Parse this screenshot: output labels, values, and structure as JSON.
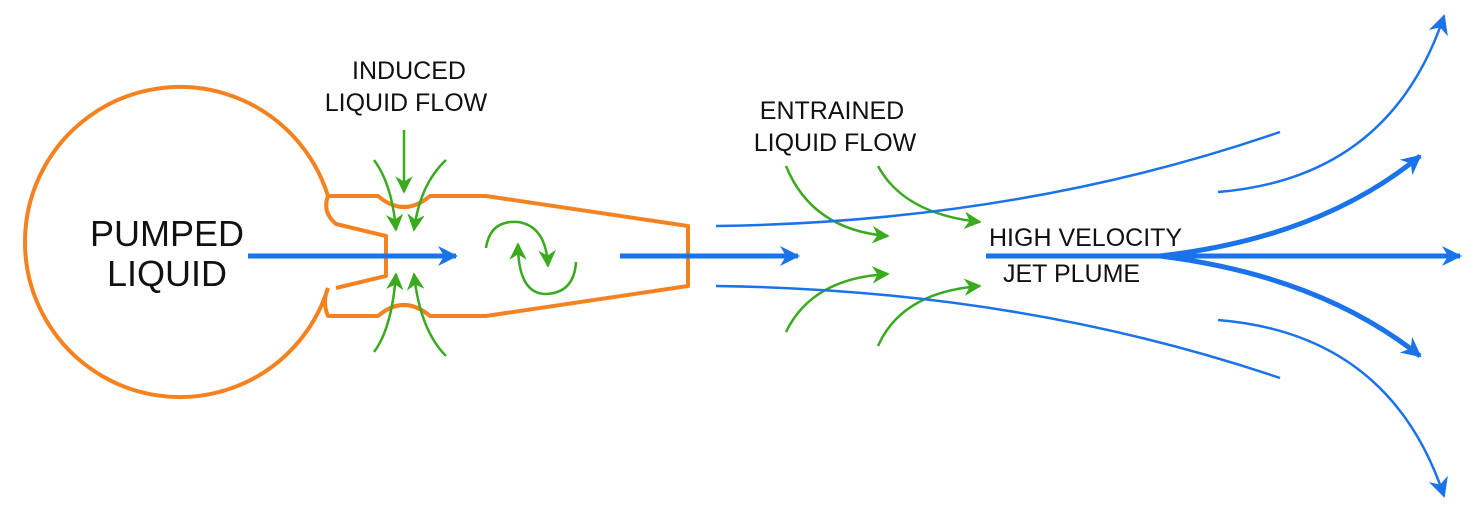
{
  "labels": {
    "pumped_line1": "PUMPED",
    "pumped_line2": "LIQUID",
    "induced_line1": "INDUCED",
    "induced_line2": "LIQUID FLOW",
    "entrained_line1": "ENTRAINED",
    "entrained_line2": "LIQUID FLOW",
    "jet_line1": "HIGH VELOCITY",
    "jet_line2": "JET PLUME"
  },
  "colors": {
    "body_outline": "#f58220",
    "jet_flow": "#1a73e8",
    "induced_flow": "#3aaa1e",
    "text": "#111111"
  }
}
